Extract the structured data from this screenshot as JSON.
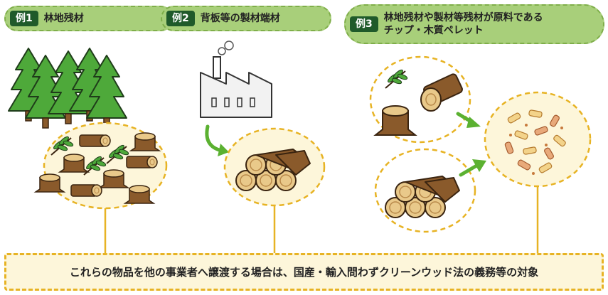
{
  "examples": [
    {
      "label": "例1",
      "title": "林地残材"
    },
    {
      "label": "例2",
      "title": "背板等の製材端材"
    },
    {
      "label": "例3",
      "title": "林地残材や製材等残材が原料である\nチップ・木質ペレット"
    }
  ],
  "conclusion": "これらの物品を他の事業者へ譲渡する場合は、国産・輸入問わずクリーンウッド法の義務等の対象",
  "colors": {
    "header_bg": "#a8cf7a",
    "label_bg": "#1f5a2a",
    "dashed_accent": "#e7b324",
    "arrow_green": "#5bb131",
    "tree_green": "#4ea93a"
  },
  "icons": [
    "tree-icon",
    "factory-icon",
    "log-icon",
    "stump-icon",
    "branch-icon",
    "wood-chips-icon",
    "green-arrow-icon"
  ]
}
